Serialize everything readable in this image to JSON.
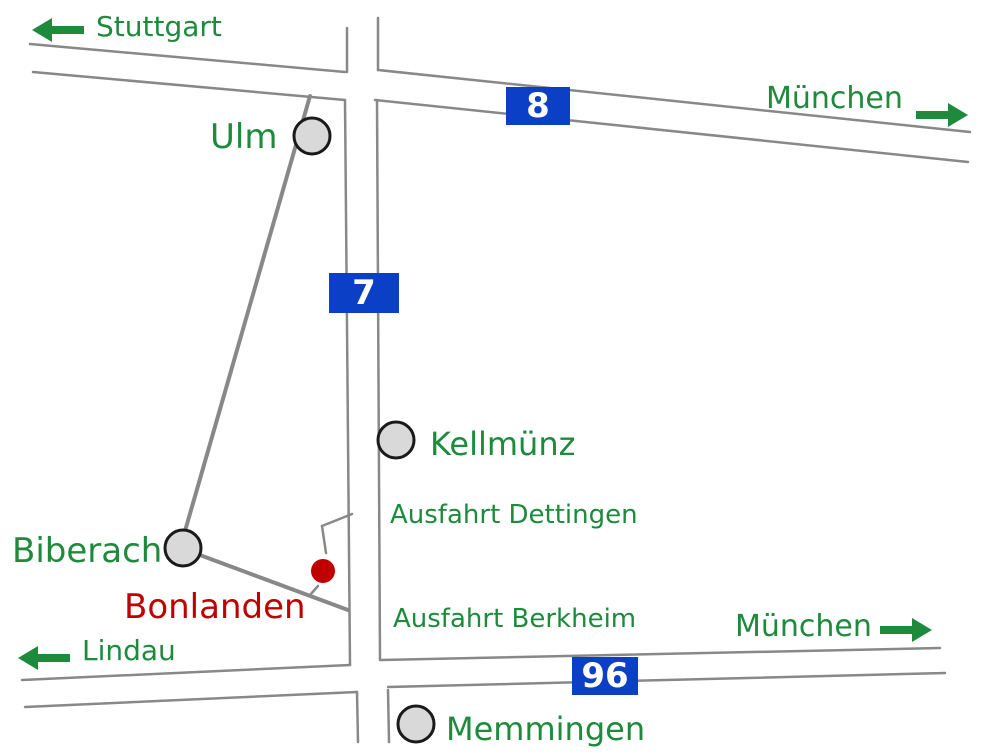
{
  "colors": {
    "label": "#1e8a3c",
    "destination": "#c00000",
    "shield": "#0b3fc6",
    "road": "#888888",
    "city_marker": "#d9d9d9"
  },
  "highways": {
    "a8": "8",
    "a7": "7",
    "a96": "96"
  },
  "directions": {
    "stuttgart": "Stuttgart",
    "muenchen_north": "München",
    "muenchen_south": "München",
    "lindau": "Lindau"
  },
  "cities": {
    "ulm": "Ulm",
    "kellmuenz": "Kellmünz",
    "biberach": "Biberach",
    "memmingen": "Memmingen"
  },
  "exits": {
    "dettingen": "Ausfahrt Dettingen",
    "berkheim": "Ausfahrt Berkheim"
  },
  "destination": {
    "name": "Bonlanden"
  },
  "icons": {
    "arrow_left": "arrow-left-icon",
    "arrow_right": "arrow-right-icon",
    "city": "city-circle-icon",
    "destination": "destination-dot-icon"
  }
}
